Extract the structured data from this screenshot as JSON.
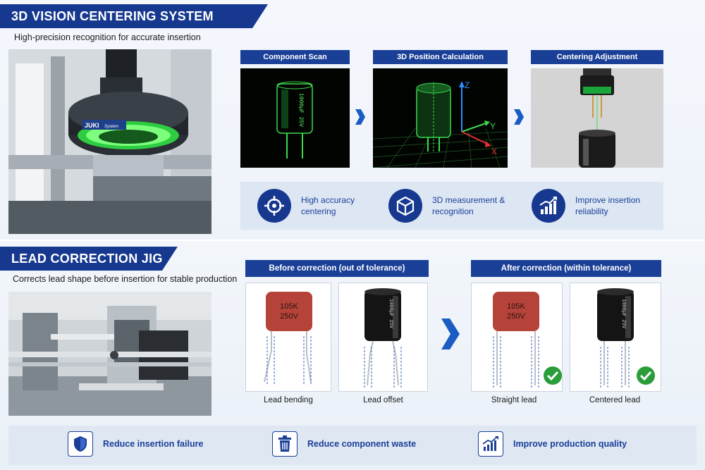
{
  "vision": {
    "title": "3D VISION CENTERING SYSTEM",
    "subtitle": "High-precision recognition for accurate insertion",
    "camera_brand": "JUKI",
    "camera_brand_sub": "System",
    "steps": [
      {
        "label": "Component Scan",
        "scan_text": "1000µF 25V"
      },
      {
        "label": "3D Position Calculation",
        "axes": {
          "z": "Z",
          "y": "Y",
          "x": "X"
        }
      },
      {
        "label": "Centering Adjustment"
      }
    ],
    "features": [
      {
        "icon": "crosshair-target-icon",
        "text": "High accuracy centering"
      },
      {
        "icon": "cube-icon",
        "text": "3D measurement & recognition"
      },
      {
        "icon": "bar-chart-up-icon",
        "text": "Improve insertion reliability"
      }
    ]
  },
  "lead": {
    "title": "LEAD CORRECTION JIG",
    "subtitle": "Corrects lead shape before insertion for stable production",
    "before_header": "Before correction (out of tolerance)",
    "after_header": "After correction (within tolerance)",
    "cards": [
      {
        "component": "film capacitor",
        "marking": [
          "105K",
          "250V"
        ],
        "caption": "Lead bending",
        "ok": false
      },
      {
        "component": "electrolytic capacitor",
        "marking": "1000µF 25V",
        "caption": "Lead offset",
        "ok": false
      },
      {
        "component": "film capacitor",
        "marking": [
          "105K",
          "250V"
        ],
        "caption": "Straight lead",
        "ok": true
      },
      {
        "component": "electrolytic capacitor",
        "marking": "1000µF 25V",
        "caption": "Centered lead",
        "ok": true
      }
    ]
  },
  "benefits": [
    {
      "icon": "shield-icon",
      "text": "Reduce insertion failure"
    },
    {
      "icon": "trash-icon",
      "text": "Reduce component waste"
    },
    {
      "icon": "quality-chart-icon",
      "text": "Improve production quality"
    }
  ],
  "colors": {
    "navy": "#16388f",
    "blue": "#1a3f97",
    "green": "#2ecc40",
    "check": "#2a9d3a",
    "capacitor_red": "#b5433a"
  }
}
